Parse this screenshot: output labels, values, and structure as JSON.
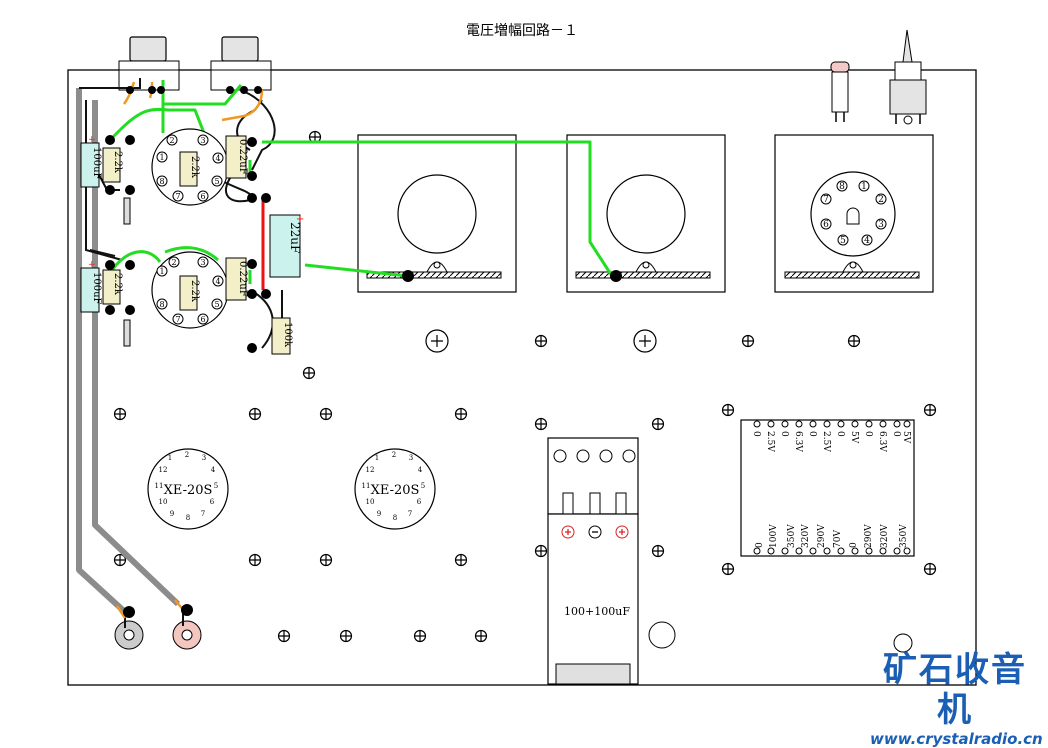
{
  "title": "電圧増幅回路－１",
  "components": {
    "cap_100uF_a": "100uF",
    "cap_100uF_b": "100uF",
    "res_2_2k_a": "2.2k",
    "res_2_2k_b": "2.2k",
    "res_2_2k_c": "2.2k",
    "res_2_2k_d": "2.2k",
    "cap_022_a": "0.22uF",
    "cap_022_b": "0.22uF",
    "cap_22uF": "22uF",
    "res_100k": "100k",
    "cap_block": "100+100uF",
    "polarity_plus": "+"
  },
  "tubes": {
    "left": "XE-20S",
    "right": "XE-20S"
  },
  "socket_pins": [
    "1",
    "2",
    "3",
    "4",
    "5",
    "6",
    "7",
    "8"
  ],
  "tube_pins": [
    "1",
    "2",
    "3",
    "4",
    "5",
    "6",
    "7",
    "8",
    "9",
    "10",
    "11",
    "12"
  ],
  "terminal_labels": {
    "top": [
      "5V",
      "0",
      "6.3V",
      "0",
      "5V",
      "0",
      "2.5V",
      "0",
      "6.3V",
      "0",
      "2.5V",
      "0"
    ],
    "bottom": [
      "350V",
      "320V",
      "290V",
      "0",
      "70V",
      "290V",
      "320V",
      "350V",
      "100V",
      "0"
    ]
  },
  "watermark": {
    "name": "矿石收音机",
    "url": "www.crystalradio.cn"
  },
  "colors": {
    "green_wire": "#22dd22",
    "orange_wire": "#ee9922",
    "red_wire": "#ee1111",
    "gray_wire": "#8c8c8c",
    "cap_fill": "#ccf2ee",
    "film_cap_fill": "#f3efc8",
    "watermark": "#1a5fb4"
  }
}
